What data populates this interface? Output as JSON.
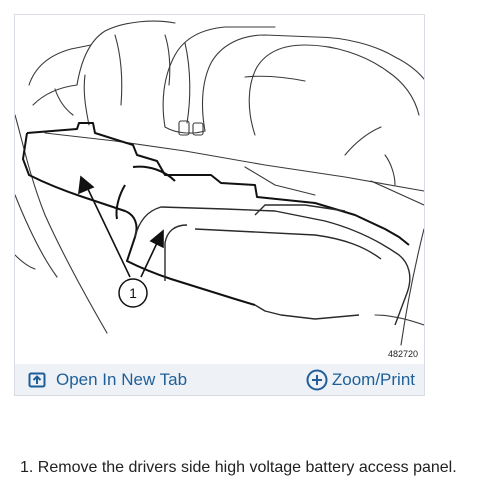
{
  "figure": {
    "callout_number": "1",
    "figure_id": "482720",
    "open_tab_label": "Open In New Tab",
    "zoom_label": "Zoom/Print",
    "icons": {
      "open_tab": "open-in-new-tab-icon",
      "zoom": "plus-circle-icon"
    },
    "accent_color": "#1f5f99",
    "toolbar_color": "#eef2f6"
  },
  "steps": [
    {
      "text": "1. Remove the drivers side high voltage battery access panel."
    }
  ]
}
